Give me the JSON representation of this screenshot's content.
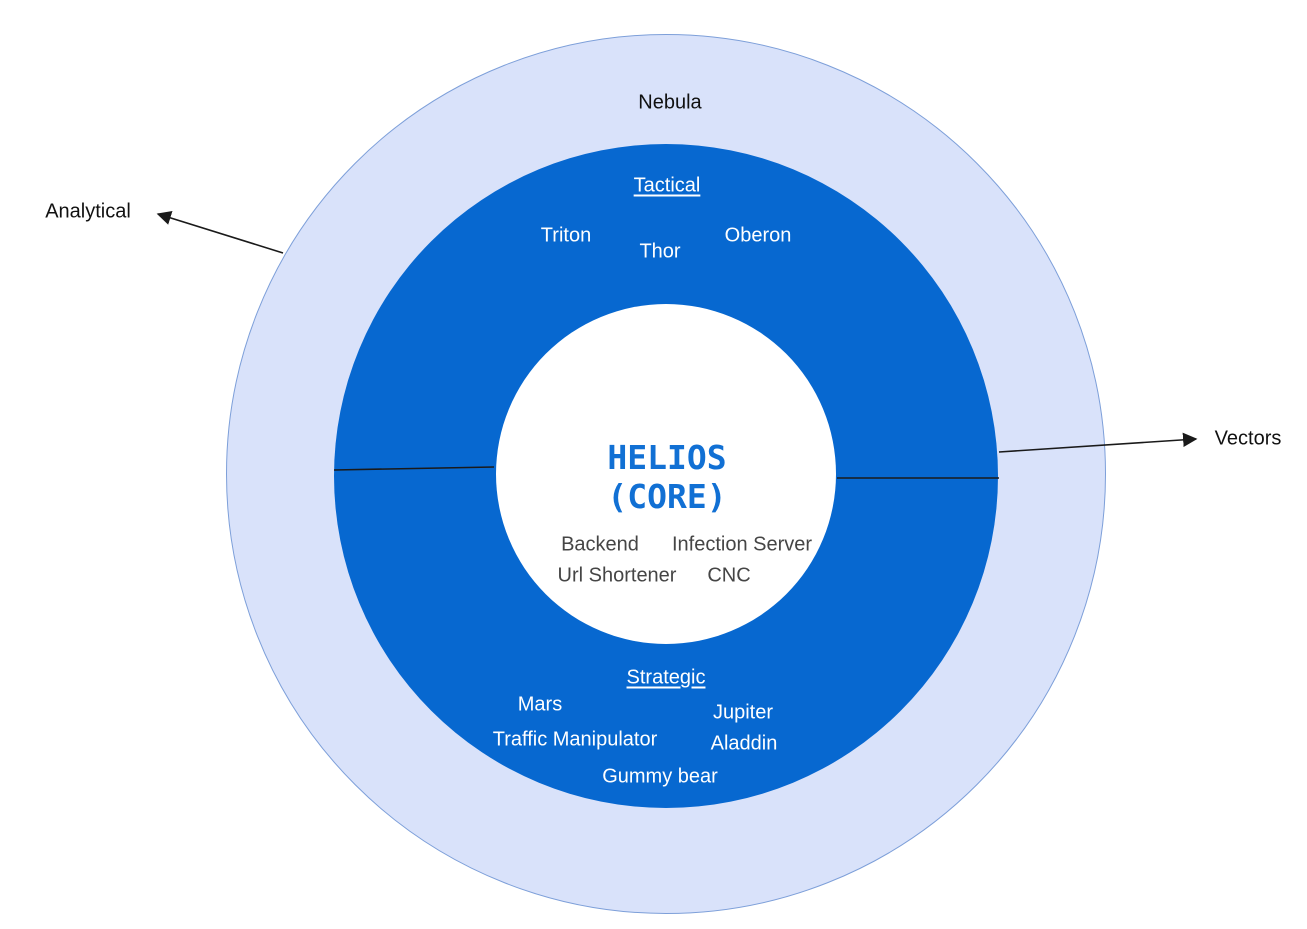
{
  "diagram": {
    "title_context": "concentric-rings-architecture",
    "outer_ring": {
      "label": "Nebula"
    },
    "middle_ring": {
      "top_section": {
        "label": "Tactical",
        "items": [
          "Triton",
          "Thor",
          "Oberon"
        ]
      },
      "bottom_section": {
        "label": "Strategic",
        "items": [
          "Mars",
          "Jupiter",
          "Traffic Manipulator",
          "Aladdin",
          "Gummy bear"
        ]
      }
    },
    "core": {
      "title_line1": "HELIOS",
      "title_line2": "(CORE)",
      "items": [
        "Backend",
        "Infection Server",
        "Url Shortener",
        "CNC"
      ]
    },
    "callouts": {
      "left": "Analytical",
      "right": "Vectors"
    },
    "colors": {
      "outer_ring_fill": "#d9e2fa",
      "outer_ring_stroke": "#7d9fd9",
      "middle_ring_fill": "#0768d0",
      "core_fill": "#ffffff",
      "core_title_text": "#1170d4",
      "white_label_text": "#ffffff",
      "dark_label_text": "#111111",
      "core_item_text": "#454545",
      "line_stroke": "#1a1a1a"
    }
  }
}
